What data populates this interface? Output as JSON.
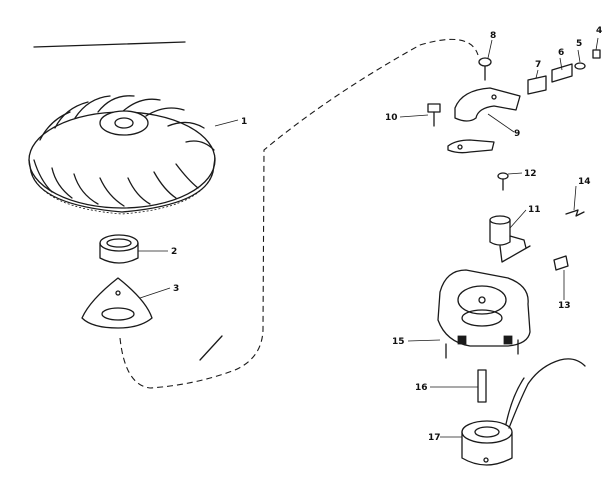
{
  "diagram": {
    "parts": [
      {
        "number": "1",
        "part": "flywheel"
      },
      {
        "number": "2",
        "part": "bushing"
      },
      {
        "number": "3",
        "part": "flat-plate"
      },
      {
        "number": "4",
        "part": "screw"
      },
      {
        "number": "5",
        "part": "washer"
      },
      {
        "number": "6",
        "part": "contact-block"
      },
      {
        "number": "7",
        "part": "contact-clip"
      },
      {
        "number": "8",
        "part": "bolt"
      },
      {
        "number": "9",
        "part": "breaker-arm"
      },
      {
        "number": "10",
        "part": "screw"
      },
      {
        "number": "11",
        "part": "condenser"
      },
      {
        "number": "12",
        "part": "screw"
      },
      {
        "number": "13",
        "part": "clip-plate"
      },
      {
        "number": "14",
        "part": "spring-clip"
      },
      {
        "number": "15",
        "part": "stator-plate"
      },
      {
        "number": "16",
        "part": "pin"
      },
      {
        "number": "17",
        "part": "coil"
      }
    ]
  }
}
